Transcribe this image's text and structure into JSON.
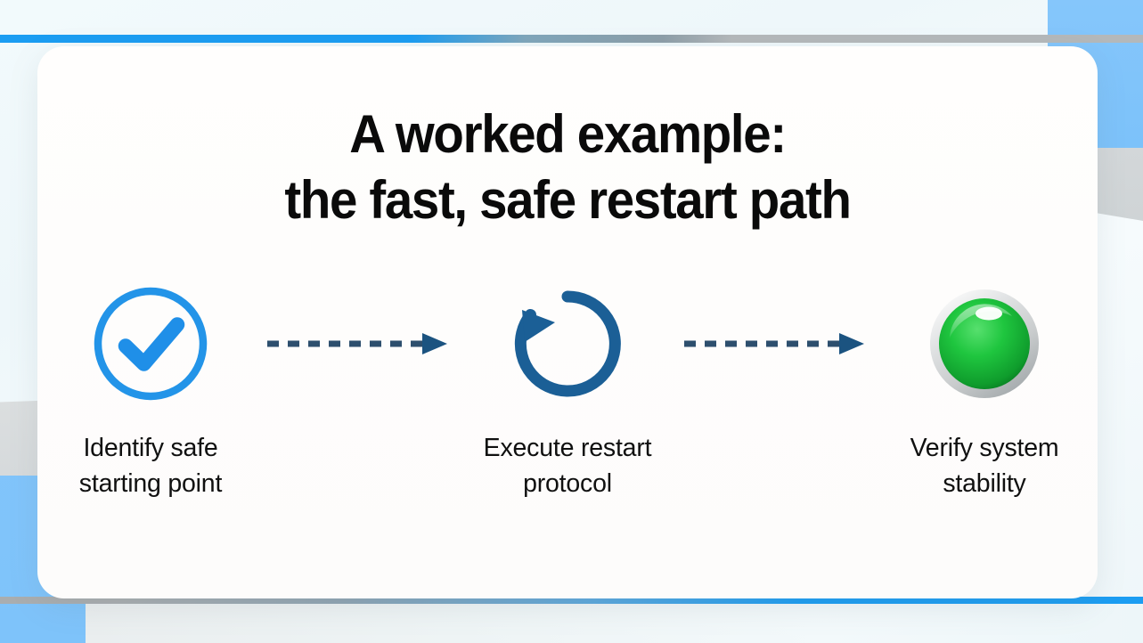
{
  "slide": {
    "title_line_1": "A worked example:",
    "title_line_2": "the fast, safe restart path",
    "steps": [
      {
        "icon": "check-circle-icon",
        "label_line_1": "Identify safe",
        "label_line_2": "starting point",
        "accent_color": "#1f8fe8"
      },
      {
        "icon": "restart-arrow-icon",
        "label_line_1": "Execute restart",
        "label_line_2": "protocol",
        "accent_color": "#1b5f96"
      },
      {
        "icon": "green-indicator-light-icon",
        "label_line_1": "Verify system",
        "label_line_2": "stability",
        "accent_color": "#16b93c"
      }
    ],
    "connectors": [
      {
        "name": "dashed-arrow-1",
        "style": "dashed",
        "color": "#2d4f6e"
      },
      {
        "name": "dashed-arrow-2",
        "style": "dashed",
        "color": "#2d4f6e"
      }
    ],
    "colors": {
      "background": "#eef7fa",
      "card": "#fffefd",
      "accent_blue": "#1b9df2",
      "accent_gray": "#b4b8ba",
      "panel_blue": "#7fc3fa",
      "text": "#0a0a0a"
    }
  }
}
